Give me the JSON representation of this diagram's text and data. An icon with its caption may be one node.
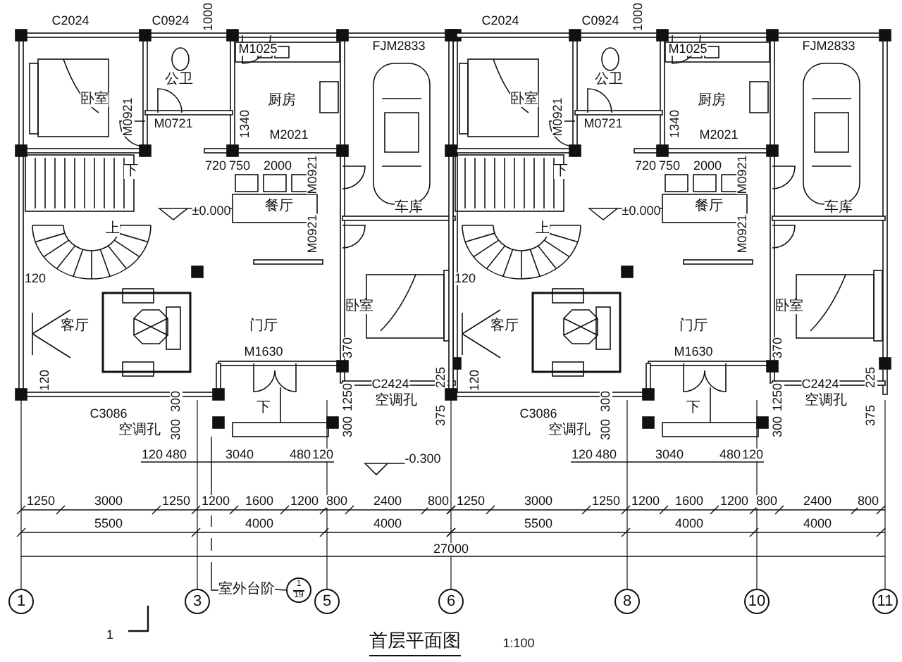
{
  "diagram": {
    "title": "首层平面图",
    "nodes": [
      {
        "text": [
          "1"
        ]
      },
      {
        "text": [
          "3"
        ]
      },
      {
        "text": [
          "5"
        ]
      },
      {
        "text": [
          "6"
        ]
      },
      {
        "text": [
          "8"
        ]
      },
      {
        "text": [
          "10"
        ]
      },
      {
        "text": [
          "11"
        ]
      },
      {
        "text": [
          "室外台阶"
        ]
      },
      {
        "text": [
          "1",
          "19"
        ]
      }
    ],
    "edges": [
      {
        "from": 7,
        "to": 8,
        "arrow": "none"
      }
    ],
    "labels": [
      "C2024",
      "C0924",
      "1000",
      "M1025",
      "卧室",
      "公卫",
      "厨房",
      "FJM2833",
      "M0921",
      "M0721",
      "1340",
      "M2021",
      "720",
      "750",
      "2000",
      "M0921",
      "±0.000",
      "上",
      "下",
      "餐厅",
      "车库",
      "M0921",
      "客厅",
      "门厅",
      "卧室",
      "M1630",
      "120",
      "120",
      "370",
      "C2424",
      "空调孔",
      "C3086",
      "空调孔",
      "300",
      "300",
      "1250",
      "300",
      "225",
      "375",
      "下",
      "120",
      "480",
      "3040",
      "480",
      "120",
      "1250",
      "3000",
      "1250",
      "1200",
      "1600",
      "1200",
      "800",
      "2400",
      "800",
      "5500",
      "4000",
      "4000",
      "C2024",
      "C0924",
      "1000",
      "M1025",
      "卧室",
      "公卫",
      "厨房",
      "FJM2833",
      "M0921",
      "M0721",
      "1340",
      "M2021",
      "720",
      "750",
      "2000",
      "M0921",
      "±0.000",
      "上",
      "下",
      "餐厅",
      "车库",
      "M0921",
      "客厅",
      "门厅",
      "卧室",
      "M1630",
      "120",
      "120",
      "370",
      "C2424",
      "空调孔",
      "C3086",
      "空调孔",
      "300",
      "300",
      "1250",
      "300",
      "225",
      "375",
      "下",
      "120",
      "480",
      "3040",
      "480",
      "120",
      "1250",
      "3000",
      "1250",
      "1200",
      "1600",
      "1200",
      "800",
      "2400",
      "800",
      "5500",
      "4000",
      "4000",
      "27000",
      "-0.300",
      "1",
      "1:100"
    ]
  }
}
